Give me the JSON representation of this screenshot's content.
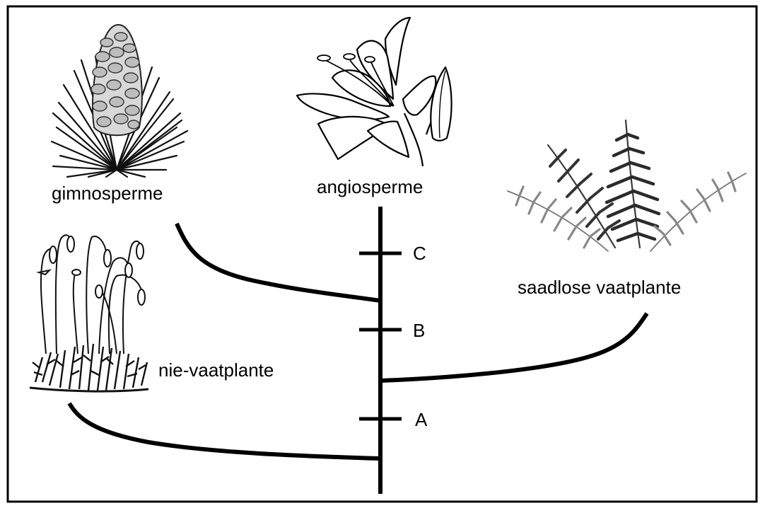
{
  "colors": {
    "frame": "#000000",
    "branch": "#000000",
    "background": "#ffffff"
  },
  "taxa": {
    "gymnosperms": {
      "label": "gimnosperme",
      "icon": "pine-cone-icon"
    },
    "angiosperms": {
      "label": "angiosperme",
      "icon": "lily-flower-icon"
    },
    "seedless_vascular": {
      "label": "saadlose vaatplante",
      "icon": "fern-icon"
    },
    "nonvascular": {
      "label": "nie-vaatplante",
      "icon": "moss-icon"
    }
  },
  "markers": {
    "a": "A",
    "b": "B",
    "c": "C"
  }
}
